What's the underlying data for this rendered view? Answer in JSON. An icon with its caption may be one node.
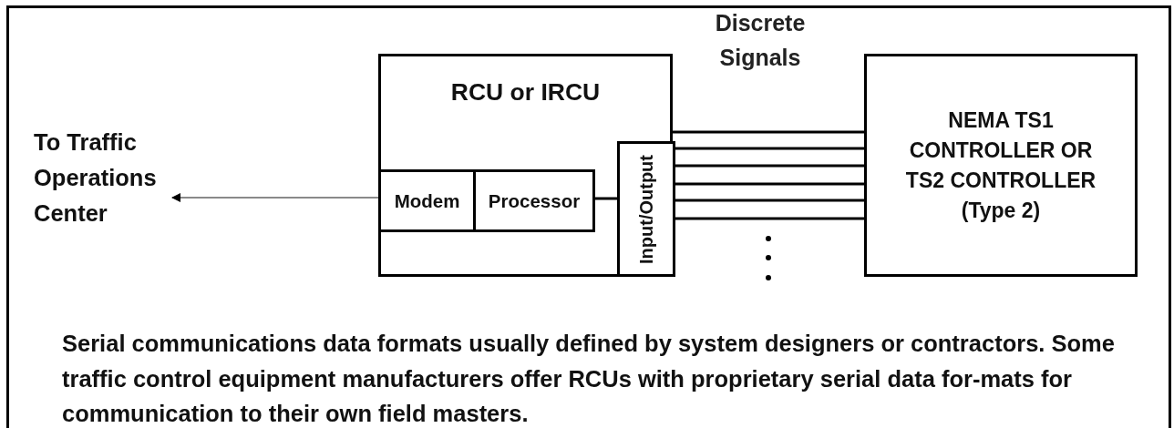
{
  "diagram": {
    "caption": "Serial communications data formats usually defined by system designers or contractors. Some traffic control equipment manufacturers offer RCUs with proprietary serial data for-mats for communication to their own field masters.",
    "nodes": [
      {
        "text": [
          "To Traffic Operations Center"
        ]
      },
      {
        "text": [
          "RCU or IRCU"
        ]
      },
      {
        "text": [
          "Modem"
        ],
        "in": 1
      },
      {
        "text": [
          "Processor"
        ],
        "in": 1
      },
      {
        "text": [
          "Input/Output"
        ],
        "in": 1
      },
      {
        "text": [
          "NEMA TS1 CONTROLLER OR TS2 CONTROLLER (Type 2)"
        ]
      }
    ],
    "edges": [
      {
        "from": 2,
        "to": 0,
        "arrow": "to",
        "color": "#8a8a8a"
      },
      {
        "from": 3,
        "to": 4,
        "arrow": "none"
      },
      {
        "from": 1,
        "to": 5,
        "arrow": "none"
      },
      {
        "from": 4,
        "to": 5,
        "arrow": "none"
      },
      {
        "from": 4,
        "to": 5,
        "arrow": "none"
      },
      {
        "from": 4,
        "to": 5,
        "arrow": "none"
      },
      {
        "from": 4,
        "to": 5,
        "arrow": "none"
      },
      {
        "from": 4,
        "to": 5,
        "arrow": "none"
      }
    ],
    "labels": [
      "Discrete Signals"
    ]
  }
}
